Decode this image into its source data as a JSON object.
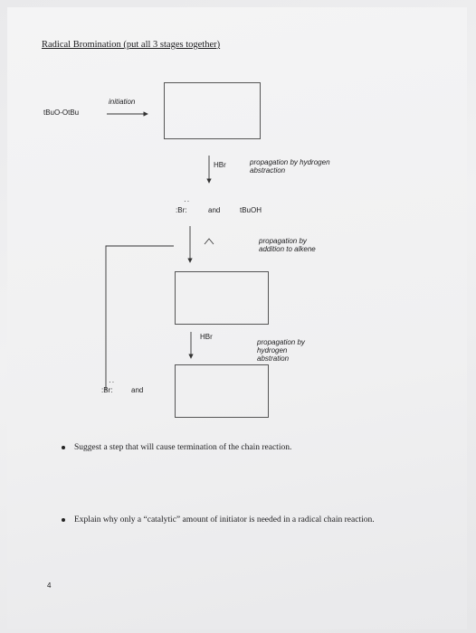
{
  "title": "Radical Bromination (put all 3 stages together)",
  "initiation": {
    "reactant": "tBuO-OtBu",
    "arrow_label": "initiation"
  },
  "step2": {
    "reagent": "HBr",
    "label": "propagation by hydrogen abstraction",
    "radical": "Br",
    "and": "and",
    "product": "tBuOH"
  },
  "step3": {
    "label": "propagation by addition to alkene"
  },
  "step4": {
    "reagent": "HBr",
    "label": "propagation by hydrogen abstration",
    "radical": "Br",
    "and": "and"
  },
  "questions": [
    "Suggest a step that will cause termination of the chain reaction.",
    "Explain why only a “catalytic” amount of initiator is needed in a radical chain reaction."
  ],
  "page_number": "4"
}
